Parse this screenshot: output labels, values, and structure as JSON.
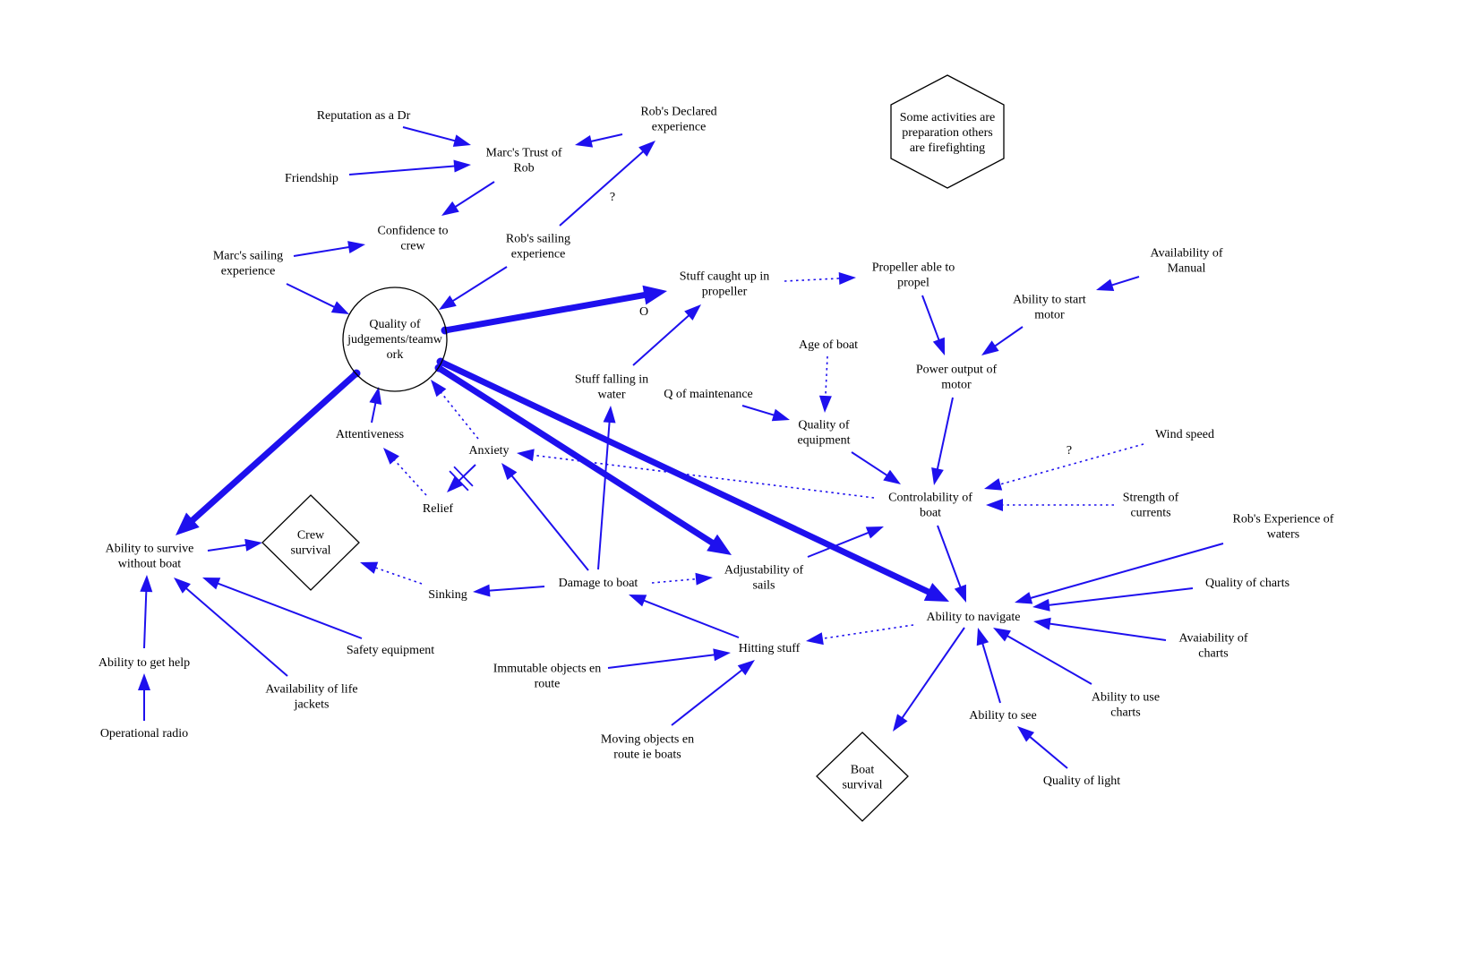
{
  "colors": {
    "edge": "#1e10ee",
    "outline": "#000000",
    "text": "#000000"
  },
  "nodes": {
    "reputation": [
      "Reputation as a Dr"
    ],
    "friendship": [
      "Friendship"
    ],
    "marcs_trust": [
      "Marc's Trust of",
      "Rob"
    ],
    "robs_declared": [
      "Rob's Declared",
      "experience"
    ],
    "confidence": [
      "Confidence to",
      "crew"
    ],
    "marcs_sailing": [
      "Marc's sailing",
      "experience"
    ],
    "robs_sailing": [
      "Rob's sailing",
      "experience"
    ],
    "quality_judgements": [
      "Quality of",
      "judgements/teamw",
      "ork"
    ],
    "attentiveness": [
      "Attentiveness"
    ],
    "anxiety": [
      "Anxiety"
    ],
    "relief": [
      "Relief"
    ],
    "stuff_caught": [
      "Stuff caught up in",
      "propeller"
    ],
    "propeller_able": [
      "Propeller able to",
      "propel"
    ],
    "availability_manual": [
      "Availability of",
      "Manual"
    ],
    "ability_start": [
      "Ability to start",
      "motor"
    ],
    "power_output": [
      "Power output of",
      "motor"
    ],
    "age_boat": [
      "Age of boat"
    ],
    "q_maintenance": [
      "Q of maintenance"
    ],
    "quality_equipment": [
      "Quality of",
      "equipment"
    ],
    "stuff_falling": [
      "Stuff falling in",
      "water"
    ],
    "wind_speed": [
      "Wind speed"
    ],
    "strength_currents": [
      "Strength of",
      "currents"
    ],
    "controlability": [
      "Controlability of",
      "boat"
    ],
    "robs_exp_waters": [
      "Rob's Experience of",
      "waters"
    ],
    "quality_charts": [
      "Quality of charts"
    ],
    "availability_charts": [
      "Avaiability of",
      "charts"
    ],
    "ability_use_charts": [
      "Ability to use",
      "charts"
    ],
    "ability_navigate": [
      "Ability to navigate"
    ],
    "ability_see": [
      "Ability to see"
    ],
    "quality_light": [
      "Quality of light"
    ],
    "boat_survival": [
      "Boat",
      "survival"
    ],
    "hitting_stuff": [
      "Hitting stuff"
    ],
    "immutable_objects": [
      "Immutable objects en",
      "route"
    ],
    "moving_objects": [
      "Moving objects en",
      "route ie boats"
    ],
    "damage_boat": [
      "Damage to boat"
    ],
    "adjustability": [
      "Adjustability of",
      "sails"
    ],
    "sinking": [
      "Sinking"
    ],
    "crew_survival": [
      "Crew",
      "survival"
    ],
    "ability_survive": [
      "Ability to survive",
      "without boat"
    ],
    "safety_equipment": [
      "Safety equipment"
    ],
    "life_jackets": [
      "Availability of life",
      "jackets"
    ],
    "ability_help": [
      "Ability to get help"
    ],
    "operational_radio": [
      "Operational radio"
    ],
    "hexagon_note": [
      "Some activities are",
      "preparation others",
      "are firefighting"
    ]
  },
  "edge_labels": {
    "question_robs": "?",
    "question_wind": "?",
    "o_label": "O"
  },
  "edges": [
    {
      "from": "reputation",
      "to": "marcs_trust",
      "style": "solid"
    },
    {
      "from": "friendship",
      "to": "marcs_trust",
      "style": "solid"
    },
    {
      "from": "robs_declared",
      "to": "marcs_trust",
      "style": "solid"
    },
    {
      "from": "marcs_trust",
      "to": "confidence",
      "style": "solid"
    },
    {
      "from": "marcs_sailing",
      "to": "confidence",
      "style": "solid"
    },
    {
      "from": "robs_sailing",
      "to": "robs_declared",
      "style": "solid"
    },
    {
      "from": "marcs_sailing",
      "to": "quality_judgements",
      "style": "solid"
    },
    {
      "from": "robs_sailing",
      "to": "quality_judgements",
      "style": "solid"
    },
    {
      "from": "quality_judgements",
      "to": "stuff_caught",
      "style": "thick"
    },
    {
      "from": "quality_judgements",
      "to": "ability_survive",
      "style": "thick"
    },
    {
      "from": "quality_judgements",
      "to": "adjustability",
      "style": "thick"
    },
    {
      "from": "quality_judgements",
      "to": "ability_navigate",
      "style": "thick"
    },
    {
      "from": "attentiveness",
      "to": "quality_judgements",
      "style": "solid"
    },
    {
      "from": "anxiety",
      "to": "quality_judgements",
      "style": "dotted"
    },
    {
      "from": "anxiety",
      "to": "relief",
      "style": "delay"
    },
    {
      "from": "relief",
      "to": "attentiveness",
      "style": "dotted"
    },
    {
      "from": "stuff_caught",
      "to": "propeller_able",
      "style": "dotted"
    },
    {
      "from": "stuff_falling",
      "to": "stuff_caught",
      "style": "solid"
    },
    {
      "from": "propeller_able",
      "to": "power_output",
      "style": "solid"
    },
    {
      "from": "availability_manual",
      "to": "ability_start",
      "style": "solid"
    },
    {
      "from": "ability_start",
      "to": "power_output",
      "style": "solid"
    },
    {
      "from": "power_output",
      "to": "controlability",
      "style": "solid"
    },
    {
      "from": "age_boat",
      "to": "quality_equipment",
      "style": "dotted"
    },
    {
      "from": "q_maintenance",
      "to": "quality_equipment",
      "style": "solid"
    },
    {
      "from": "quality_equipment",
      "to": "controlability",
      "style": "solid"
    },
    {
      "from": "wind_speed",
      "to": "controlability",
      "style": "dotted"
    },
    {
      "from": "strength_currents",
      "to": "controlability",
      "style": "dotted"
    },
    {
      "from": "controlability",
      "to": "anxiety",
      "style": "dotted"
    },
    {
      "from": "controlability",
      "to": "ability_navigate",
      "style": "solid"
    },
    {
      "from": "adjustability",
      "to": "controlability",
      "style": "solid"
    },
    {
      "from": "robs_exp_waters",
      "to": "ability_navigate",
      "style": "solid"
    },
    {
      "from": "quality_charts",
      "to": "ability_navigate",
      "style": "solid"
    },
    {
      "from": "availability_charts",
      "to": "ability_navigate",
      "style": "solid"
    },
    {
      "from": "ability_use_charts",
      "to": "ability_navigate",
      "style": "solid"
    },
    {
      "from": "ability_see",
      "to": "ability_navigate",
      "style": "solid"
    },
    {
      "from": "quality_light",
      "to": "ability_see",
      "style": "solid"
    },
    {
      "from": "ability_navigate",
      "to": "boat_survival",
      "style": "solid"
    },
    {
      "from": "ability_navigate",
      "to": "hitting_stuff",
      "style": "dotted"
    },
    {
      "from": "immutable_objects",
      "to": "hitting_stuff",
      "style": "solid"
    },
    {
      "from": "moving_objects",
      "to": "hitting_stuff",
      "style": "solid"
    },
    {
      "from": "hitting_stuff",
      "to": "damage_boat",
      "style": "solid"
    },
    {
      "from": "damage_boat",
      "to": "stuff_falling",
      "style": "solid"
    },
    {
      "from": "damage_boat",
      "to": "anxiety",
      "style": "solid"
    },
    {
      "from": "damage_boat",
      "to": "adjustability",
      "style": "dotted"
    },
    {
      "from": "damage_boat",
      "to": "sinking",
      "style": "solid"
    },
    {
      "from": "sinking",
      "to": "crew_survival",
      "style": "dotted"
    },
    {
      "from": "ability_survive",
      "to": "crew_survival",
      "style": "solid"
    },
    {
      "from": "safety_equipment",
      "to": "ability_survive",
      "style": "solid"
    },
    {
      "from": "life_jackets",
      "to": "ability_survive",
      "style": "solid"
    },
    {
      "from": "ability_help",
      "to": "ability_survive",
      "style": "solid"
    },
    {
      "from": "operational_radio",
      "to": "ability_help",
      "style": "solid"
    }
  ]
}
